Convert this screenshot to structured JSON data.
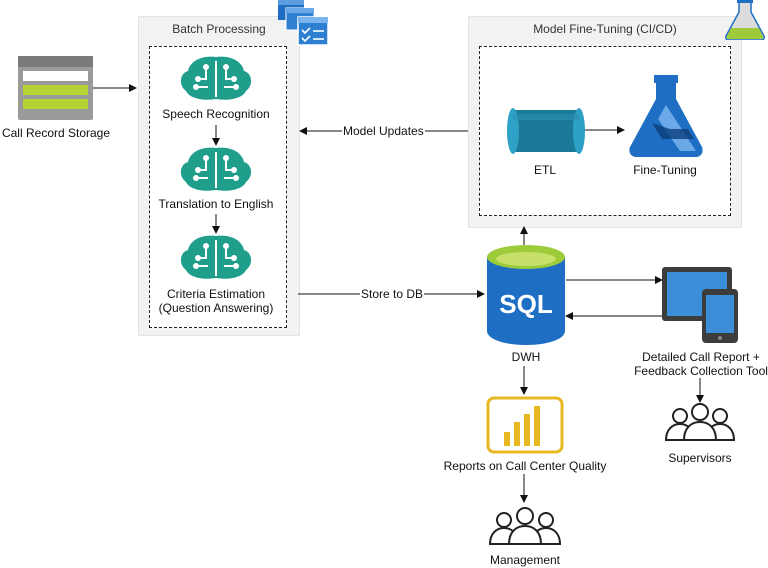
{
  "nodes": {
    "storage": "Call Record Storage",
    "batch_panel": "Batch Processing",
    "speech": "Speech Recognition",
    "translation": "Translation to English",
    "criteria": "Criteria Estimation\n(Question Answering)",
    "finetune_panel": "Model Fine-Tuning (CI/CD)",
    "etl": "ETL",
    "finetuning": "Fine-Tuning",
    "dwh": "DWH",
    "sql_text": "SQL",
    "report_tool": "Detailed Call Report +\nFeedback Collection Tool",
    "supervisors": "Supervisors",
    "powerbi": "Reports on Call Center Quality",
    "management": "Management"
  },
  "edges": {
    "model_updates": "Model Updates",
    "store_to_db": "Store to DB"
  },
  "colors": {
    "brain": "#1e9e8b",
    "azure_blue": "#1e6fc4",
    "sql_top": "#9dcb3a",
    "etl": "#1b7a98",
    "powerbi": "#e8b823",
    "panel_bg": "#f2f2f2"
  },
  "icons": [
    "storage-icon",
    "brain-icon",
    "checklist-icon",
    "flask-icon",
    "pipe-icon",
    "ml-triangle-icon",
    "database-icon",
    "devices-icon",
    "people-icon",
    "powerbi-icon"
  ]
}
